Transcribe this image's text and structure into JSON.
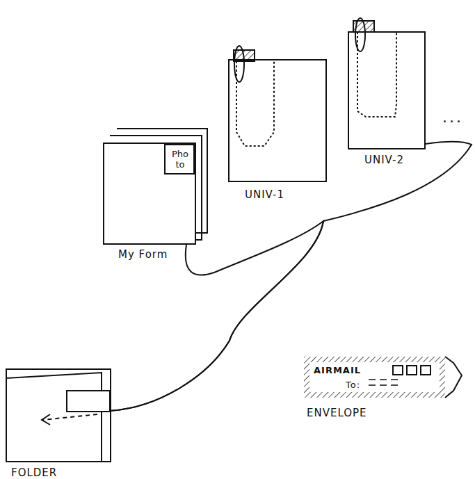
{
  "diagram": {
    "nodes": [
      {
        "text": [
          "My Form"
        ]
      },
      {
        "text": [
          "Pho to"
        ],
        "in": 0
      },
      {
        "text": [
          "UNIV-1"
        ]
      },
      {
        "text": [
          "UNIV-2"
        ]
      },
      {
        "text": [
          "AIRMAIL",
          "To:",
          "ENVELOPE"
        ]
      },
      {
        "text": [
          "FOLDER"
        ]
      }
    ],
    "edges": [
      {
        "from": 0,
        "to": 5,
        "arrow": "none"
      },
      {
        "from": 3,
        "to": 5,
        "arrow": "none"
      }
    ],
    "labels": [
      "..."
    ]
  }
}
